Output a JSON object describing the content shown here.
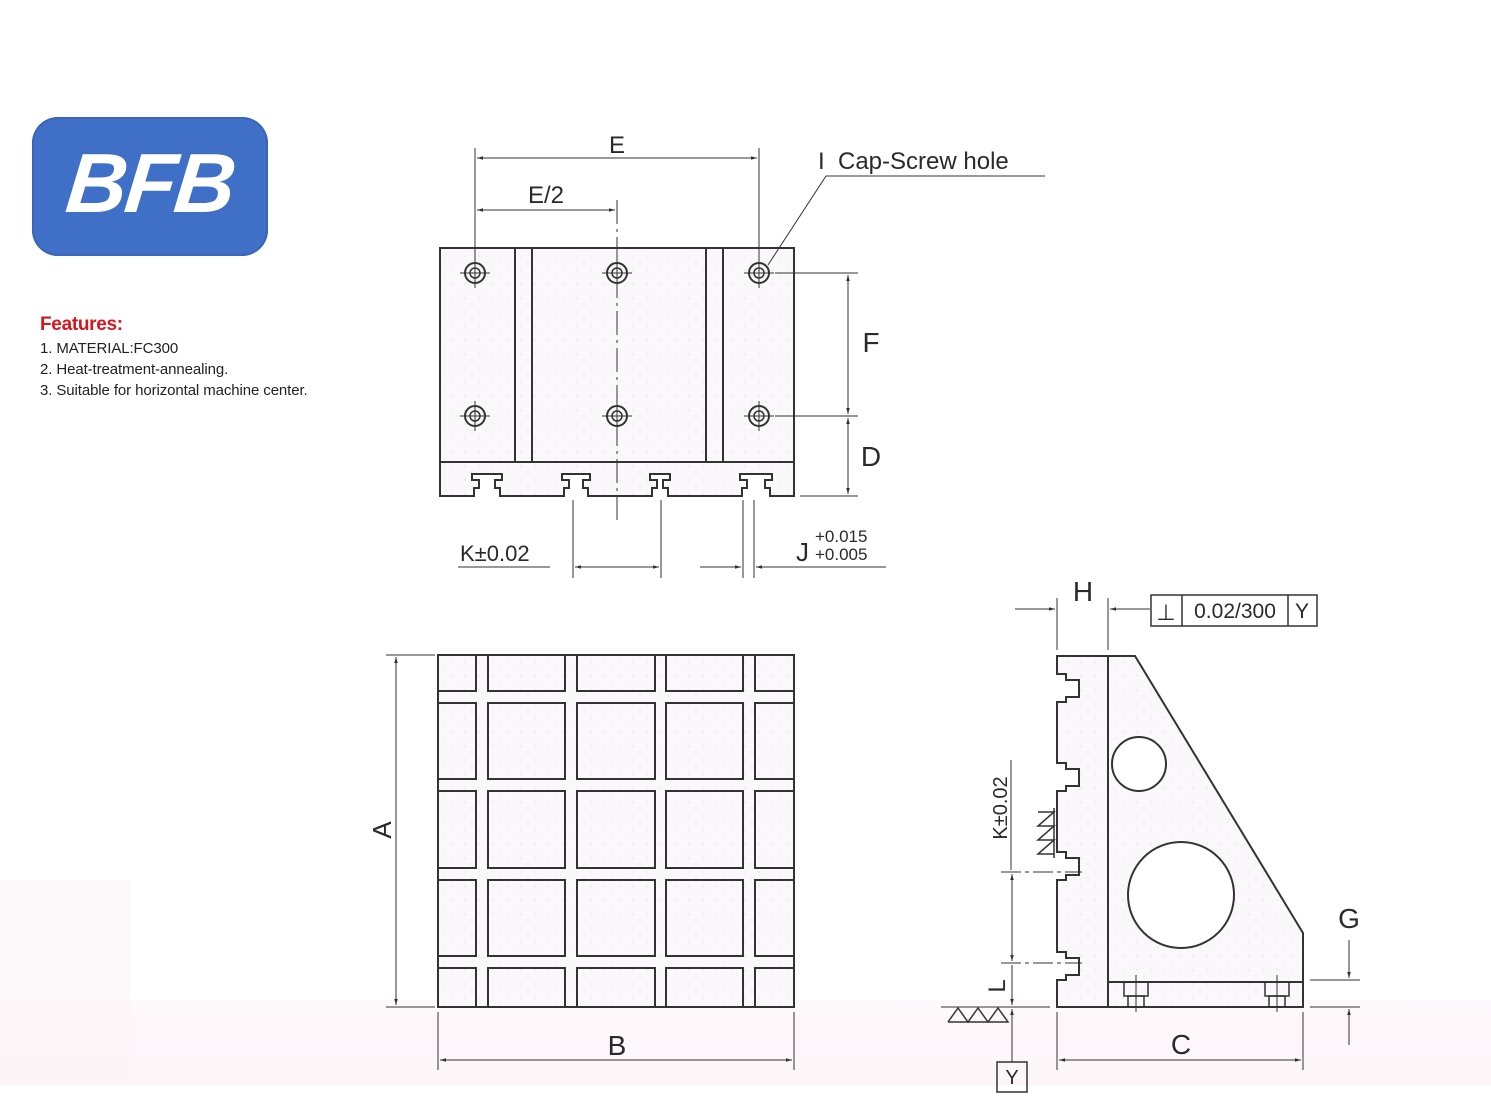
{
  "brand": {
    "logo_text": "BFB",
    "logo_color": "#3f6fc6"
  },
  "features": {
    "title": "Features:",
    "title_color": "#d4171f",
    "items": [
      "1. MATERIAL:FC300",
      "2. Heat-treatment-annealing.",
      "3. Suitable for horizontal machine center."
    ]
  },
  "drawing": {
    "top_view": {
      "dim_E": "E",
      "dim_E_half": "E/2",
      "callout": "I  Cap-Screw hole",
      "dim_F": "F",
      "dim_D": "D",
      "dim_K": "K±0.02",
      "dim_J": "J",
      "dim_J_upper": "+0.015",
      "dim_J_lower": "+0.005"
    },
    "front_view": {
      "dim_A": "A",
      "dim_B": "B"
    },
    "side_view": {
      "dim_H": "H",
      "tolerance_symbol": "⊥",
      "tolerance_value": "0.02/300",
      "tolerance_datum": "Y",
      "dim_K": "K±0.02",
      "dim_L": "L",
      "dim_G": "G",
      "dim_C": "C",
      "datum_label": "Y"
    }
  }
}
